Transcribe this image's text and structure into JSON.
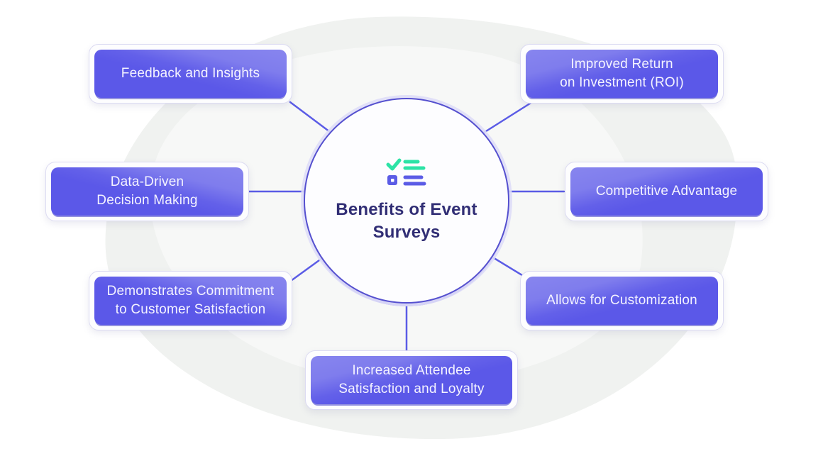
{
  "center": {
    "label": "Benefits of Event Surveys",
    "icon": "checklist-icon"
  },
  "nodes": [
    {
      "id": "feedback-and-insights",
      "label": "Feedback and Insights",
      "lines": [
        "Feedback and Insights"
      ],
      "position": "top-left"
    },
    {
      "id": "improved-roi",
      "label": "Improved Return on Investment (ROI)",
      "lines": [
        "Improved Return",
        "on Investment (ROI)"
      ],
      "position": "top-right"
    },
    {
      "id": "data-driven-decision-making",
      "label": "Data-Driven Decision Making",
      "lines": [
        "Data-Driven",
        "Decision Making"
      ],
      "position": "middle-left"
    },
    {
      "id": "competitive-advantage",
      "label": "Competitive Advantage",
      "lines": [
        "Competitive Advantage"
      ],
      "position": "middle-right"
    },
    {
      "id": "demonstrates-commitment",
      "label": "Demonstrates Commitment to Customer Satisfaction",
      "lines": [
        "Demonstrates Commitment",
        "to Customer Satisfaction"
      ],
      "position": "bottom-left"
    },
    {
      "id": "allows-for-customization",
      "label": "Allows for Customization",
      "lines": [
        "Allows for Customization"
      ],
      "position": "bottom-right"
    },
    {
      "id": "increased-attendee-satisfaction",
      "label": "Increased Attendee Satisfaction and Loyalty",
      "lines": [
        "Increased Attendee",
        "Satisfaction and Loyalty"
      ],
      "position": "bottom-center"
    }
  ],
  "colors": {
    "background": "#ffffff",
    "blob": "#f0f2f0",
    "box_fill": "#5b58e8",
    "box_text": "#f4f3ff",
    "frame_border": "#dcdbf2",
    "connector": "#5b5ce6",
    "circle_border": "#5550cf",
    "title_text": "#312e75",
    "icon_green": "#2de3a6",
    "icon_purple": "#5b5ce6"
  }
}
